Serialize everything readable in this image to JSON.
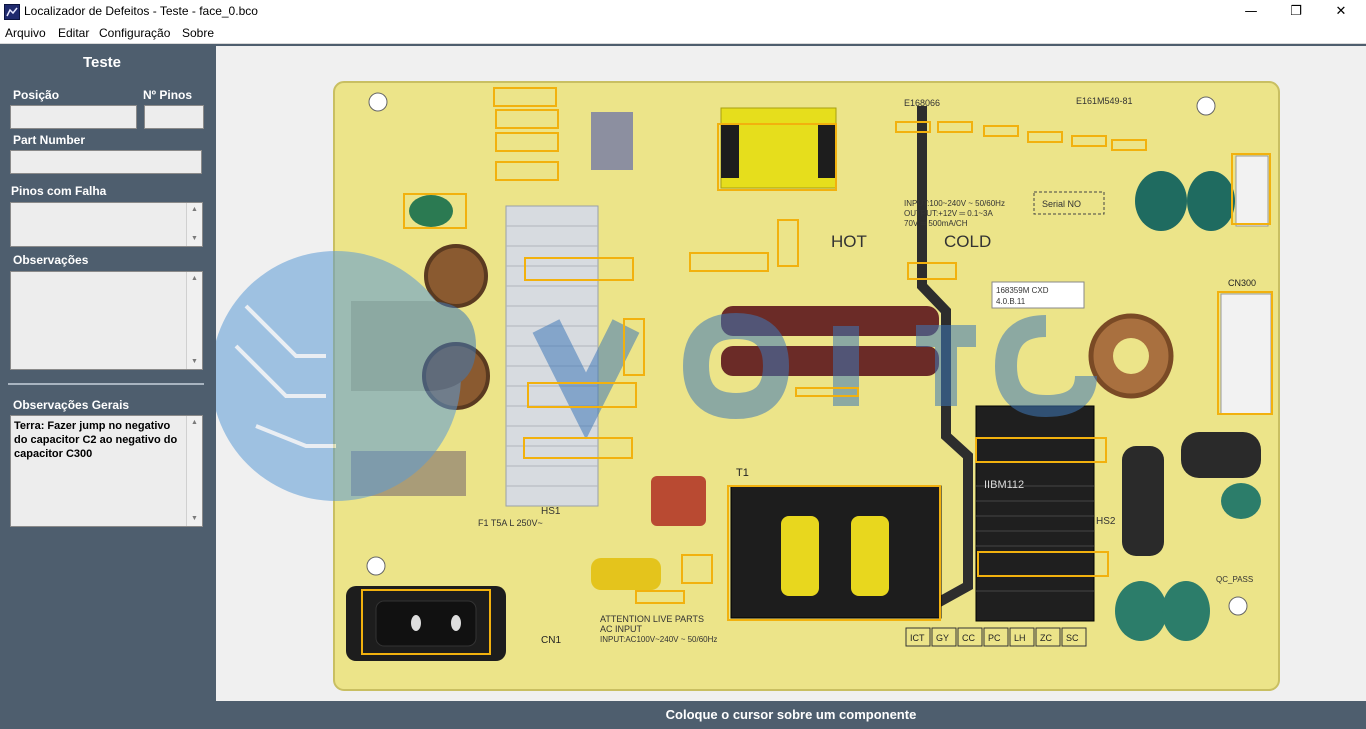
{
  "window": {
    "title": "Localizador de Defeitos - Teste - face_0.bco",
    "minimize": "—",
    "maximize": "❐",
    "close": "✕"
  },
  "menu": [
    "Arquivo",
    "Editar",
    "Configuração",
    "Sobre"
  ],
  "sidebar": {
    "title": "Teste",
    "posicao_label": "Posição",
    "posicao_value": "",
    "npinos_label": "Nº Pinos",
    "npinos_value": "",
    "part_number_label": "Part Number",
    "part_number_value": "",
    "pinos_falha_label": "Pinos com Falha",
    "pinos_falha_value": "",
    "observacoes_label": "Observações",
    "observacoes_value": "",
    "obs_gerais_label": "Observações Gerais",
    "obs_gerais_value": "Terra: Fazer jump no negativo do capacitor C2 ao  negativo do capacitor C300"
  },
  "board": {
    "hot": "HOT",
    "cold": "COLD",
    "serial": "Serial NO",
    "model": "IIBM112",
    "t1": "T1",
    "hs1": "HS1",
    "hs2": "HS2",
    "cn300": "CN300",
    "cn1": "CN1",
    "attention": "ATTENTION   LIVE   PARTS",
    "ac_input": "AC INPUT",
    "ac_range": "INPUT:AC100V~240V ~ 50/60Hz",
    "cert": "E168066",
    "cert2": "E161M549-81",
    "spec1": "INPUT:100~240V ~ 50/60Hz",
    "spec2": "OUTPUT:+12V ═ 0.1~3A",
    "spec3": "70V ═ 500mA/CH",
    "part_code": "168359M  CXD",
    "part_rev": "4.0.B.11",
    "test_labels": [
      "ICT",
      "GY",
      "CC",
      "PC",
      "LH",
      "ZC",
      "SC"
    ],
    "qc": "QC_PASS",
    "fuse": "F1 T5A L 250V~"
  },
  "status": {
    "message": "Coloque o cursor sobre um componente"
  },
  "colors": {
    "background": "#4e5e6e",
    "pcb": "#ece489",
    "highlight": "#f2b10e"
  }
}
